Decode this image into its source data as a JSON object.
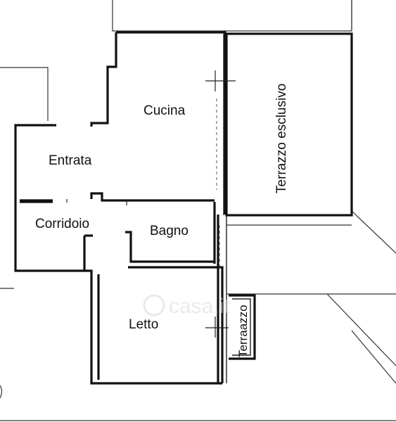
{
  "rooms": {
    "cucina": "Cucina",
    "terrazzo_esclusivo": "Terrazzo esclusivo",
    "entrata": "Entrata",
    "corridoio": "Corridoio",
    "bagno": "Bagno",
    "letto": "Letto",
    "terrazzo": "Terraazzo"
  },
  "watermark": {
    "text": "casa.it"
  },
  "colors": {
    "wall": "#111111",
    "background": "#ffffff",
    "watermark": "#d9d9d9"
  }
}
